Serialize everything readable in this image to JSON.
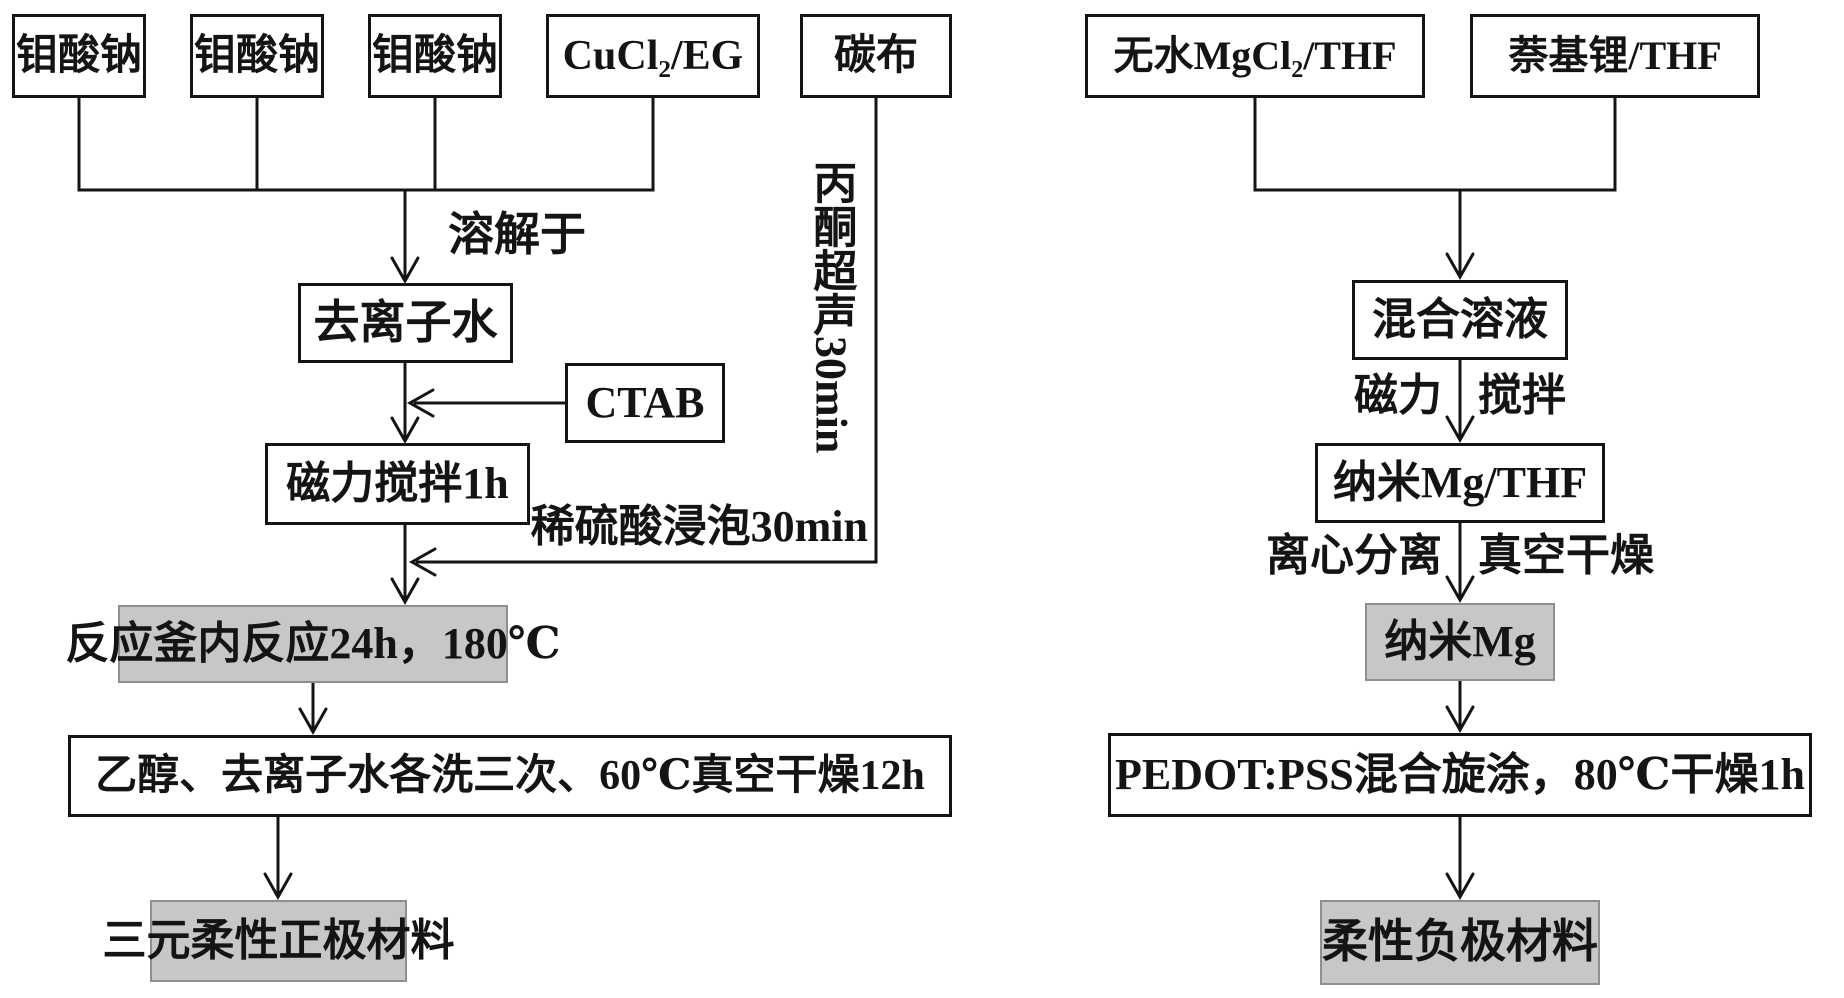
{
  "diagram": {
    "title_hint": "电极材料制备流程图",
    "colors": {
      "background": "#ffffff",
      "box_fill": "#ffffff",
      "box_border": "#141414",
      "highlight_fill": "#c7c7c7",
      "highlight_border": "#8f8f8f",
      "line": "#141414"
    },
    "left_flow": {
      "inputs": [
        "钼酸钠",
        "钼酸钠",
        "钼酸钠",
        "CuCl₂/EG"
      ],
      "carbon_cloth": "碳布",
      "dissolve_label": "溶解于",
      "di_water": "去离子水",
      "ctab": "CTAB",
      "stir": "磁力搅拌1h",
      "acetone_label": "丙酮超声30min",
      "acid_label": "稀硫酸浸泡30min",
      "reaction": "反应釜内反应24h，180℃",
      "wash": "乙醇、去离子水各洗三次、60℃真空干燥12h",
      "product": "三元柔性正极材料"
    },
    "right_flow": {
      "inputs": [
        "无水MgCl₂/THF",
        "萘基锂/THF"
      ],
      "mixed_solution": "混合溶液",
      "stir_label_left": "磁力",
      "stir_label_right": "搅拌",
      "nano_mg_thf": "纳米Mg/THF",
      "centrifuge_label": "离心分离",
      "vacuum_label": "真空干燥",
      "nano_mg": "纳米Mg",
      "coating": "PEDOT:PSS混合旋涂，80℃干燥1h",
      "product": "柔性负极材料"
    }
  }
}
